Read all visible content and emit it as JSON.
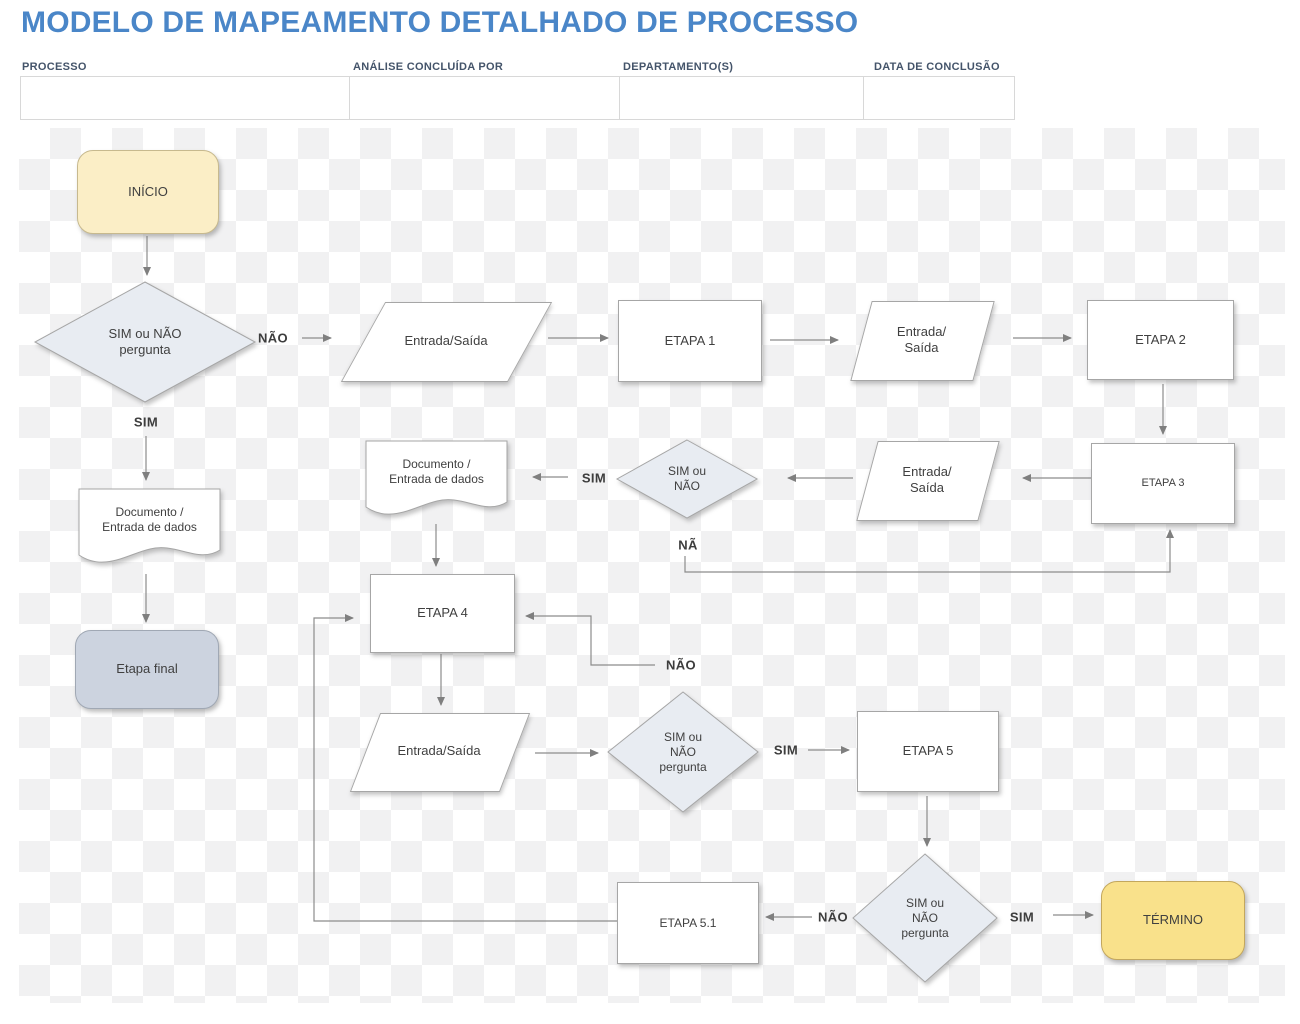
{
  "page_title": "MODELO DE MAPEAMENTO DETALHADO DE PROCESSO",
  "form": {
    "fields": [
      {
        "label": "PROCESSO",
        "value": ""
      },
      {
        "label": "ANÁLISE CONCLUÍDA POR",
        "value": ""
      },
      {
        "label": "DEPARTAMENTO(S)",
        "value": ""
      },
      {
        "label": "DATA DE CONCLUSÃO",
        "value": ""
      }
    ]
  },
  "colors": {
    "title_blue": "#4a86c8",
    "field_label": "#44546a",
    "start_end_yellow": "#fbeec6",
    "end_yellow": "#f9e18b",
    "final_step_gray_blue": "#ccd3df",
    "decision_fill": "#e8ecf2",
    "shape_border": "#a6a6a6",
    "arrow_gray": "#8c8c8c",
    "checker_gray": "#f1f1f2"
  },
  "flowchart": {
    "nodes": {
      "inicio": {
        "label": "INÍCIO"
      },
      "decision1": {
        "label": "SIM ou NÃO\npergunta"
      },
      "io1": {
        "label": "Entrada/Saída"
      },
      "etapa1": {
        "label": "ETAPA 1"
      },
      "io2": {
        "label": "Entrada/\nSaída"
      },
      "etapa2": {
        "label": "ETAPA 2"
      },
      "etapa3": {
        "label": "ETAPA 3"
      },
      "io3": {
        "label": "Entrada/\nSaída"
      },
      "decision2": {
        "label": "SIM ou\nNÃO"
      },
      "doc_mid": {
        "label": "Documento /\nEntrada de dados"
      },
      "doc_left": {
        "label": "Documento /\nEntrada de dados"
      },
      "etapa_final": {
        "label": "Etapa final"
      },
      "etapa4": {
        "label": "ETAPA 4"
      },
      "io4": {
        "label": "Entrada/Saída"
      },
      "decision3": {
        "label": "SIM ou\nNÃO\npergunta"
      },
      "etapa5": {
        "label": "ETAPA 5"
      },
      "decision4": {
        "label": "SIM ou\nNÃO\npergunta"
      },
      "etapa51": {
        "label": "ETAPA 5.1"
      },
      "termino": {
        "label": "TÉRMINO"
      }
    },
    "edge_labels": {
      "nao_d1": "NÃO",
      "sim_d1": "SIM",
      "sim_d2": "SIM",
      "na_feedback": "NÃ",
      "nao_to_etapa4": "NÃO",
      "sim_d3": "SIM",
      "sim_d4": "SIM",
      "nao_d4": "NÃO"
    }
  }
}
